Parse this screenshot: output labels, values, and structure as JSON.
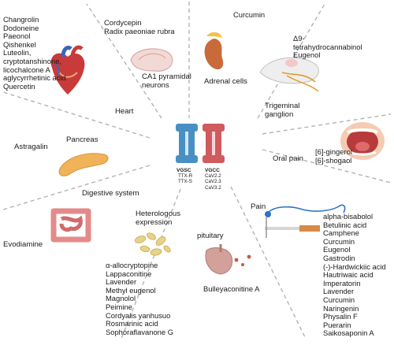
{
  "colors": {
    "divider": "#b3b3b3",
    "vgsc": "#4a8fc4",
    "vgsc_light": "#cfe8f6",
    "vgcc": "#d05a5e",
    "vgcc_light": "#f7d6d8"
  },
  "center": {
    "vgsc": {
      "name": "VGSC",
      "subtypes": [
        "TTX-R",
        "TTX-S"
      ]
    },
    "vgcc": {
      "name": "VGCC",
      "subtypes": [
        "CaV2.2",
        "CaV2.3",
        "CaV3.2"
      ]
    }
  },
  "sectors": {
    "heart": {
      "label": "Heart",
      "compounds": [
        "Changrolin",
        "Dodoneine",
        "Paeonol",
        "Qishenkel",
        "Luteolin,",
        "cryptotanshinone,",
        "licochalcone A",
        "aglycyrrhetinic acid",
        "Quercetin"
      ]
    },
    "ca1": {
      "label": "CA1 pyramidal\nneurons",
      "compounds": [
        "Cordycepin",
        "Radix paeoniae rubra"
      ]
    },
    "adrenal": {
      "label": "Adrenal cells",
      "compounds": [
        "Curcumin"
      ]
    },
    "trigeminal": {
      "label": "Trigeminal\nganglion",
      "compounds": [
        "Δ9-",
        "tetrahydrocannabinol",
        "Eugenol"
      ]
    },
    "oral": {
      "label": "Oral pain",
      "compounds": [
        "[6]-gingerol",
        "[6]-shogaol"
      ]
    },
    "pain": {
      "label": "Pain",
      "compounds": [
        "alpha-bisabolol",
        "Betulinic acid",
        "Camphene",
        "Curcumin",
        "Eugenol",
        "Gastrodin",
        "(-)-Hardwickiic acid",
        "Hautriwaic acid",
        "Imperatorin",
        "Lavender",
        "Curcumin",
        "Naringenin",
        "Physalin F",
        "Puerarin",
        "Saikosaponin A"
      ]
    },
    "pituitary": {
      "label": "pituitary",
      "compounds": [
        "Bulleyaconitine A"
      ]
    },
    "heterologous": {
      "label": "Heterologous\nexpression",
      "compounds": [
        "α-allocryptopine",
        "Lappaconitine",
        "Lavender",
        "Methyl eugenol",
        "Magnolol",
        "Peimine",
        "Cordyalis yanhusuo",
        "Rosmarinic acid",
        "Sophoraflavanone G"
      ]
    },
    "digestive": {
      "label": "Digestive system",
      "compounds": [
        "Evodiamine"
      ]
    },
    "pancreas": {
      "label": "Pancreas",
      "compounds": [
        "Astragalin"
      ]
    }
  }
}
